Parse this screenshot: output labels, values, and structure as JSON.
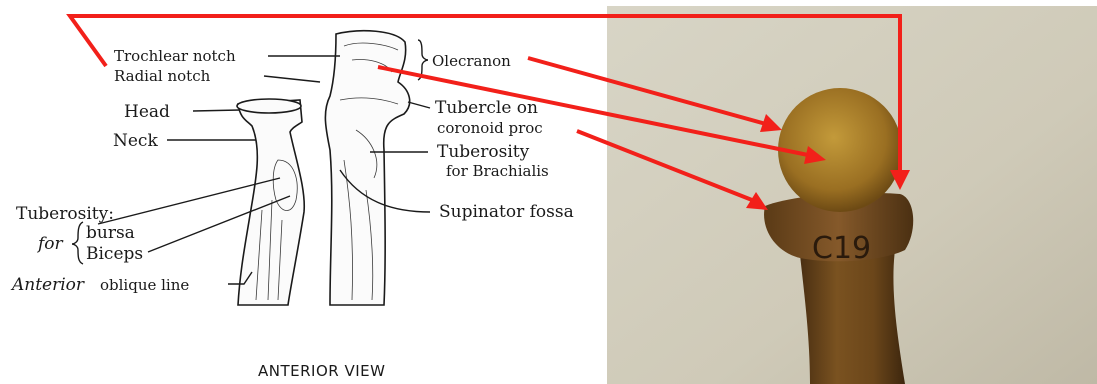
{
  "illustration": {
    "labels": {
      "trochlear_notch": "Trochlear notch",
      "radial_notch": "Radial notch",
      "head": "Head",
      "neck": "Neck",
      "olecranon": "Olecranon",
      "tubercle_line1": "Tubercle on",
      "tubercle_line2": "coronoid proc",
      "tuberosity_brachialis_line1": "Tuberosity",
      "tuberosity_brachialis_line2": "for Brachialis",
      "supinator_fossa": "Supinator fossa",
      "tuberosity": "Tuberosity:",
      "for": "for",
      "bursa": "bursa",
      "biceps": "Biceps",
      "anterior_oblique_anterior": "Anterior",
      "anterior_oblique_rest": "oblique line"
    },
    "caption": "ANTERIOR VIEW"
  },
  "photo": {
    "specimen_marking": "C19"
  },
  "annotation_color": "#f2201a"
}
